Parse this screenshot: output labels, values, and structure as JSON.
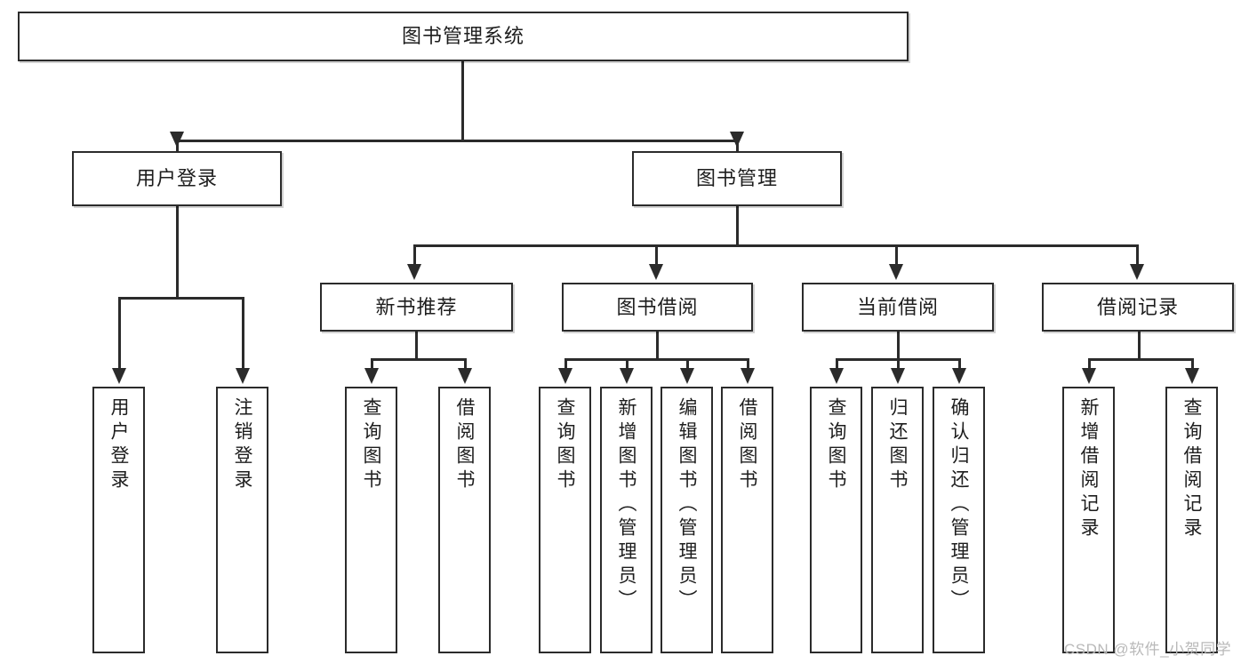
{
  "diagram": {
    "type": "tree",
    "title": "图书管理系统",
    "root": {
      "label": "图书管理系统"
    },
    "level1": [
      {
        "label": "用户登录"
      },
      {
        "label": "图书管理"
      }
    ],
    "level2": [
      {
        "label": "新书推荐"
      },
      {
        "label": "图书借阅"
      },
      {
        "label": "当前借阅"
      },
      {
        "label": "借阅记录"
      }
    ],
    "leaves": [
      {
        "label": "用户登录"
      },
      {
        "label": "注销登录"
      },
      {
        "label": "查询图书"
      },
      {
        "label": "借阅图书"
      },
      {
        "label": "查询图书"
      },
      {
        "label": "新增图书（管理员）"
      },
      {
        "label": "编辑图书（管理员）"
      },
      {
        "label": "借阅图书"
      },
      {
        "label": "查询图书"
      },
      {
        "label": "归还图书"
      },
      {
        "label": "确认归还（管理员）"
      },
      {
        "label": "新增借阅记录"
      },
      {
        "label": "查询借阅记录"
      }
    ]
  },
  "watermark": {
    "text": "CSDN @软件_小贺同学"
  },
  "colors": {
    "stroke": "#2b2b2b",
    "fill": "#ffffff",
    "text": "#1d1d1d",
    "watermark": "#b9b9b9"
  }
}
